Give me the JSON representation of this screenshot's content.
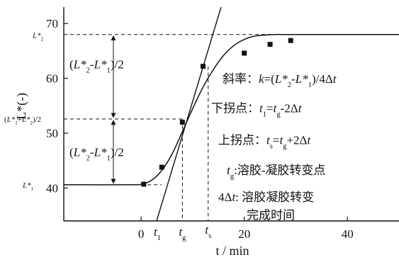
{
  "chart_data": {
    "type": "line",
    "xlabel": "t / min",
    "ylabel": "L*(-)",
    "xlim": [
      -15,
      50
    ],
    "ylim": [
      34,
      73
    ],
    "x_ticks": [
      0,
      20,
      40
    ],
    "y_ticks": [
      40,
      50,
      60,
      70
    ],
    "series": [
      {
        "name": "",
        "style": "smooth-curve",
        "x": [
          -15,
          -2,
          0,
          2,
          4,
          6,
          8,
          10,
          12,
          14,
          16,
          18,
          20,
          22,
          24,
          26,
          28,
          30,
          50
        ],
        "y": [
          40.6,
          40.6,
          40.7,
          41.4,
          43.2,
          46.2,
          50.3,
          54.5,
          58.4,
          61.6,
          64.2,
          66.0,
          67.1,
          67.7,
          67.9,
          68.0,
          68.0,
          68.0,
          68.0
        ]
      },
      {
        "name": "",
        "style": "points",
        "x": [
          0.5,
          4,
          8,
          12,
          20,
          25,
          29
        ],
        "y": [
          40.7,
          43.8,
          52.0,
          62.2,
          64.6,
          66.2,
          66.9
        ]
      },
      {
        "name": "",
        "style": "tangent-line",
        "x": [
          3,
          15.5
        ],
        "y": [
          34,
          73
        ]
      }
    ],
    "reference_lines": {
      "y_L1": 40.6,
      "y_mid": 52.6,
      "y_L2": 68,
      "x_t1": 3,
      "x_tg": 8,
      "x_ts": 13
    }
  },
  "labels": {
    "y_L2": "L*2",
    "y_mid": "(L*1+L*2)/2",
    "y_L1": "L*1",
    "x_t1": "t1",
    "x_tg": "tg",
    "x_ts": "ts",
    "half_upper": "(L*2-L*1)/2",
    "half_lower": "(L*2-L*1)/2",
    "slope": "斜率：k=(L*2-L*1)/4Δt",
    "lower_inflection": "下拐点：t1=tg-2Δt",
    "upper_inflection": "上拐点：ts=tg+2Δt",
    "tg_def": "tg:溶胶-凝胶转变点",
    "duration_line1": "4Δt: 溶胶凝胶转变",
    "duration_line2": "完成时间"
  }
}
